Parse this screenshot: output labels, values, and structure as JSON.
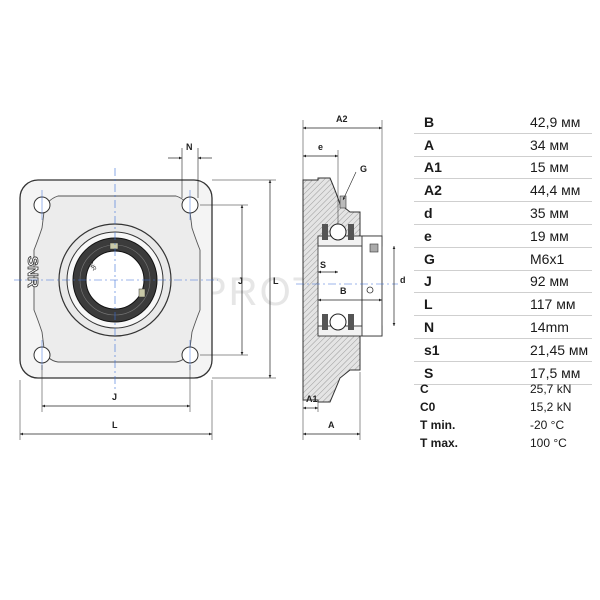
{
  "watermark": "PROTI",
  "front_view": {
    "logo": "SNR",
    "bearing_mark": "SNR",
    "dims": {
      "N": "N",
      "J_vertical": "J",
      "L_vertical": "L",
      "J_horizontal": "J",
      "L_horizontal": "L"
    }
  },
  "side_view": {
    "dims": {
      "A2": "A2",
      "e": "e",
      "G": "G",
      "S": "S",
      "B": "B",
      "d": "d",
      "A1": "A1",
      "A": "A"
    }
  },
  "specs": [
    {
      "key": "B",
      "value": "42,9 мм"
    },
    {
      "key": "A",
      "value": "34 мм"
    },
    {
      "key": "A1",
      "value": "15 мм"
    },
    {
      "key": "A2",
      "value": "44,4 мм"
    },
    {
      "key": "d",
      "value": "35 мм"
    },
    {
      "key": "e",
      "value": "19 мм"
    },
    {
      "key": "G",
      "value": "M6x1"
    },
    {
      "key": "J",
      "value": "92 мм"
    },
    {
      "key": "L",
      "value": "117 мм"
    },
    {
      "key": "N",
      "value": "14mm"
    },
    {
      "key": "s1",
      "value": "21,45 мм"
    },
    {
      "key": "S",
      "value": "17,5 мм"
    }
  ],
  "loads": [
    {
      "key": "C",
      "value": "25,7 kN"
    },
    {
      "key": "C0",
      "value": "15,2 kN"
    },
    {
      "key": "T min.",
      "value": "-20 °C"
    },
    {
      "key": "T max.",
      "value": "100 °C"
    }
  ]
}
